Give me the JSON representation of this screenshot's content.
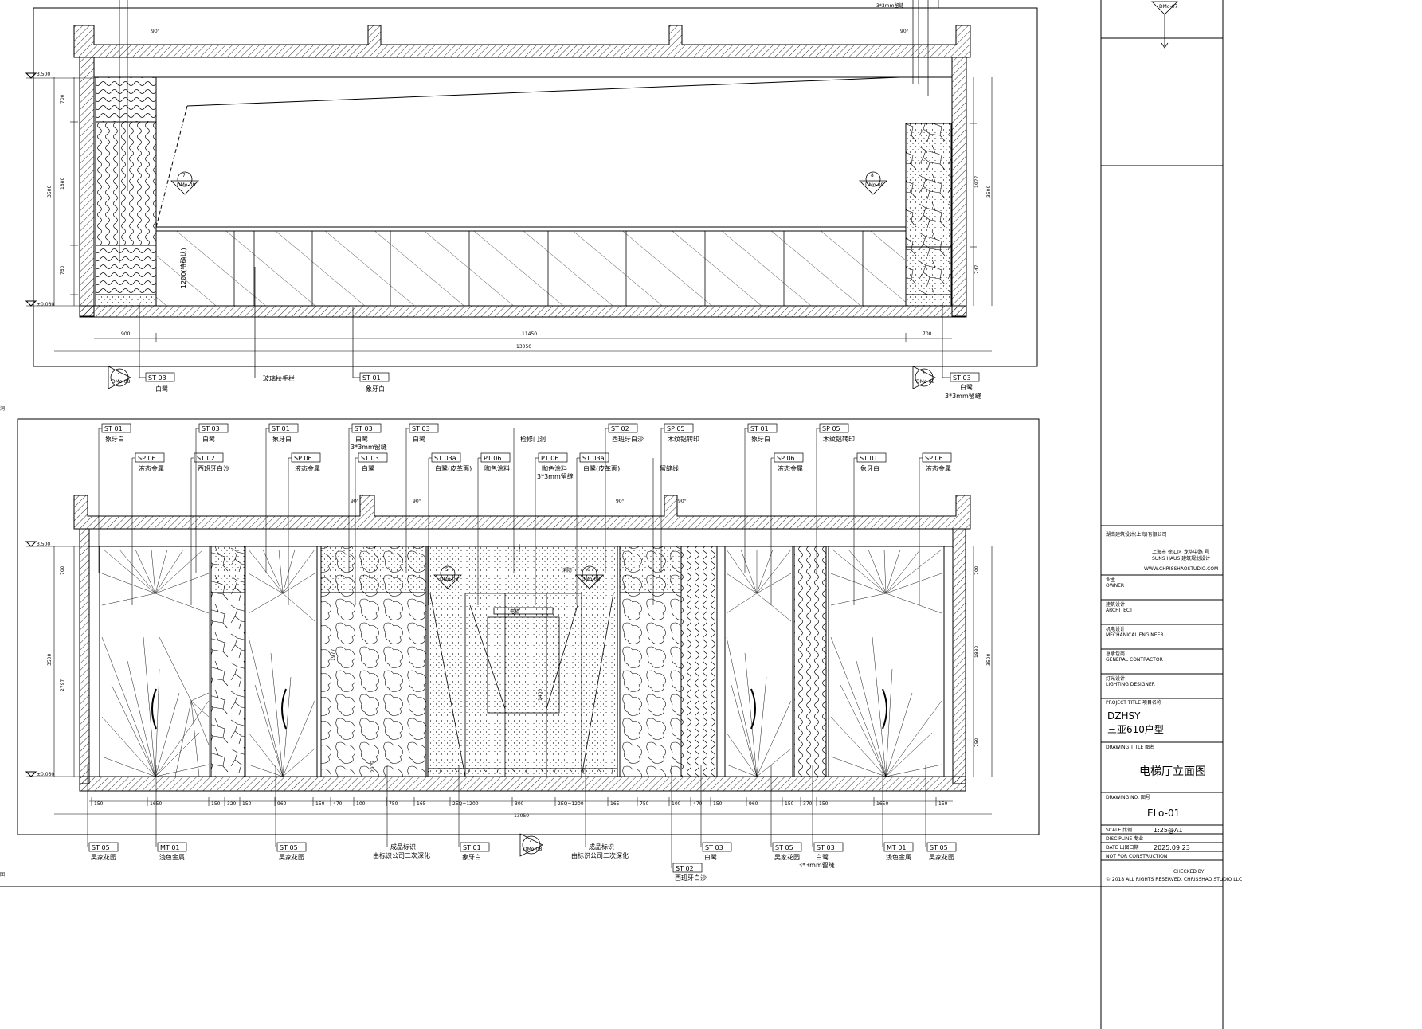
{
  "upper": {
    "levels": [
      "3.500",
      "±0.030"
    ],
    "dims_left": [
      "700",
      "1880",
      "750",
      "3500"
    ],
    "dims_right": [
      "1977",
      "747",
      "3500"
    ],
    "dims_bottom": [
      "900",
      "11450",
      "700",
      "13050"
    ],
    "angle": "90°",
    "glass_note": "1200(待确认)",
    "callouts": [
      {
        "code": "ST 03",
        "text": "白鹭"
      },
      {
        "code": "",
        "text": "玻璃扶手栏"
      },
      {
        "code": "ST 01",
        "text": "象牙白"
      },
      {
        "code": "ST 03",
        "text": "白鹭",
        "sub": "3*3mm留缝"
      }
    ],
    "sections": [
      {
        "num": "7",
        "ref": "DMo-08"
      },
      {
        "num": "8",
        "ref": "DMo-08"
      },
      {
        "num": "2",
        "ref": "DMo-08"
      },
      {
        "num": "3",
        "ref": "DMo-08"
      }
    ],
    "top_note": "3*3mm留缝"
  },
  "lower": {
    "levels": [
      "3.500",
      "±0.030"
    ],
    "dims_left": [
      "700",
      "2797",
      "3500"
    ],
    "dims_right": [
      "700",
      "1880",
      "750",
      "3500"
    ],
    "dims_inner": [
      "1977",
      "2977",
      "1400"
    ],
    "dims_bottom": [
      "150",
      "1650",
      "150",
      "320",
      "150",
      "960",
      "150",
      "470",
      "100",
      "750",
      "165",
      "2EQ=1200",
      "300",
      "2EQ=1200",
      "165",
      "750",
      "100",
      "470",
      "150",
      "960",
      "150",
      "370",
      "150",
      "1650",
      "150"
    ],
    "total": "13050",
    "angle": "90°",
    "top_callouts_row1": [
      {
        "code": "ST 01",
        "text": "象牙白"
      },
      {
        "code": "ST 03",
        "text": "白鹭"
      },
      {
        "code": "ST 01",
        "text": "象牙白"
      },
      {
        "code": "ST 03",
        "text": "白鹭",
        "sub": "3*3mm留缝"
      },
      {
        "code": "ST 03",
        "text": "白鹭"
      },
      {
        "code": "",
        "text": "检修门洞"
      },
      {
        "code": "ST 02",
        "text": "西班牙白沙"
      },
      {
        "code": "SP 05",
        "text": "木纹铝转印"
      },
      {
        "code": "ST 01",
        "text": "象牙白"
      },
      {
        "code": "SP 05",
        "text": "木纹铝转印"
      }
    ],
    "top_callouts_row2": [
      {
        "code": "SP 06",
        "text": "液态金属"
      },
      {
        "code": "ST 02",
        "text": "西班牙白沙"
      },
      {
        "code": "SP 06",
        "text": "液态金属"
      },
      {
        "code": "ST 03",
        "text": "白鹭"
      },
      {
        "code": "ST 03a",
        "text": "白鹭(皮革面)"
      },
      {
        "code": "PT 06",
        "text": "咖色涂料"
      },
      {
        "code": "PT 06",
        "text": "咖色涂料",
        "sub": "3*3mm留缝"
      },
      {
        "code": "ST 03a",
        "text": "白鹭(皮革面)"
      },
      {
        "code": "",
        "text": "留缝线"
      },
      {
        "code": "SP 06",
        "text": "液态金属"
      },
      {
        "code": "ST 01",
        "text": "象牙白"
      },
      {
        "code": "SP 06",
        "text": "液态金属"
      }
    ],
    "bottom_callouts": [
      {
        "code": "ST 05",
        "text": "吴家花园"
      },
      {
        "code": "MT 01",
        "text": "浅色金属"
      },
      {
        "code": "ST 05",
        "text": "吴家花园"
      },
      {
        "code": "",
        "text": "成品标识",
        "sub": "由标识公司二次深化"
      },
      {
        "code": "ST 01",
        "text": "象牙白"
      },
      {
        "code": "",
        "text": "成品标识",
        "sub": "由标识公司二次深化"
      },
      {
        "code": "ST 02",
        "text": "西班牙白沙"
      },
      {
        "code": "ST 03",
        "text": "白鹭"
      },
      {
        "code": "ST 05",
        "text": "吴家花园"
      },
      {
        "code": "ST 03",
        "text": "白鹭",
        "sub": "3*3mm留缝"
      },
      {
        "code": "MT 01",
        "text": "浅色金属"
      },
      {
        "code": "ST 05",
        "text": "吴家花园"
      }
    ],
    "sections": [
      {
        "num": "5",
        "ref": "DMo-08"
      },
      {
        "num": "6",
        "ref": "DMo-08"
      },
      {
        "num": "7",
        "ref": "DMo-08"
      }
    ],
    "notes": [
      "消防",
      "电梯"
    ]
  },
  "titleblock": {
    "firm": "湖南建筑设计(上海)有限公司",
    "firm_lines": [
      "上海市 徐汇区 龙华中路 号",
      "SUNS HAUS 建筑规划设计",
      "WWW.CHRISSHAOSTUDIO.COM"
    ],
    "rows": [
      {
        "cn": "业主",
        "en": "OWNER"
      },
      {
        "cn": "建筑设计",
        "en": "ARCHITECT"
      },
      {
        "cn": "机电设计",
        "en": "MECHANICAL ENGINEER"
      },
      {
        "cn": "总承包商",
        "en": "GENERAL CONTRACTOR"
      },
      {
        "cn": "灯光设计",
        "en": "LIGHTING DESIGNER"
      }
    ],
    "project_title_label": "PROJECT TITLE  项目名称",
    "project_code": "DZHSY",
    "project_name": "三亚610户型",
    "drawing_title_label": "DRAWING TITLE  图名",
    "drawing_title": "电梯厅立面图",
    "drawing_no_label": "DRAWING NO.  图号",
    "drawing_no": "ELo-01",
    "scale_label": "SCALE 比例",
    "scale": "1:25@A1",
    "discipline_label": "DISCIPLINE 专业",
    "date_label": "DATE 出图日期",
    "date": "2025.09.23",
    "nfc": "NOT FOR CONSTRUCTION",
    "checked": "CHECKED BY",
    "copyright": "© 2018 ALL RIGHTS RESERVED. CHRISSHAO STUDIO LLC"
  },
  "side_marks": [
    "洞",
    "图"
  ],
  "top_right_section": {
    "num": "",
    "ref": "DMo-07"
  }
}
